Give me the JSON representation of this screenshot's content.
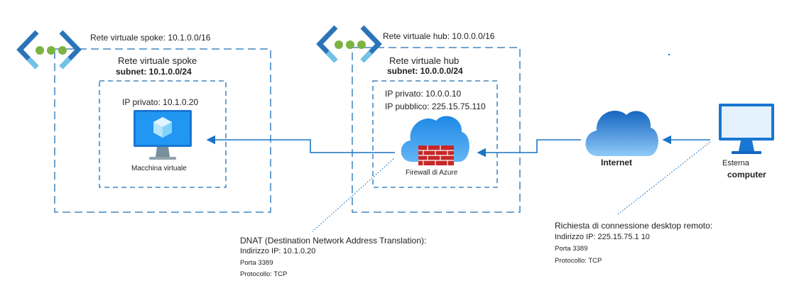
{
  "spoke": {
    "header_label": "Rete virtuale spoke: 10.1.0.0/16",
    "title": "Rete virtuale spoke",
    "subnet": "subnet: 10.1.0.0/24",
    "private_ip": "IP privato: 10.1.0.20",
    "vm_label": "Macchina virtuale"
  },
  "hub": {
    "header_label": "Rete virtuale hub: 10.0.0.0/16",
    "title": "Rete virtuale hub",
    "subnet": "subnet: 10.0.0.0/24",
    "private_ip": "IP privato: 10.0.0.10",
    "public_ip": "IP pubblico: 225.15.75.110",
    "firewall_label": "Firewall di Azure"
  },
  "internet": {
    "label": "Internet"
  },
  "external": {
    "line1": "Esterna",
    "line2": "computer"
  },
  "dnat": {
    "title": "DNAT (Destination Network Address Translation):",
    "ip": "Indirizzo IP: 10.1.0.20",
    "port": "Porta 3389",
    "protocol": "Protocollo: TCP"
  },
  "rdp_request": {
    "title": "Richiesta di connessione desktop remoto:",
    "ip": "Indirizzo IP: 225.15.75.1 10",
    "port": "Porta 3389",
    "protocol": "Protocollo: TCP"
  },
  "colors": {
    "vnet_border": "#1c6fb5",
    "arrow": "#1a73c7",
    "vnet_icon_dark": "#2a74b8",
    "vnet_icon_light": "#6ec3e8",
    "vnet_dots": "#7cb342",
    "firewall_red": "#c62828",
    "cloud_blue": "#1e88e5",
    "monitor_blue": "#1976d2"
  }
}
